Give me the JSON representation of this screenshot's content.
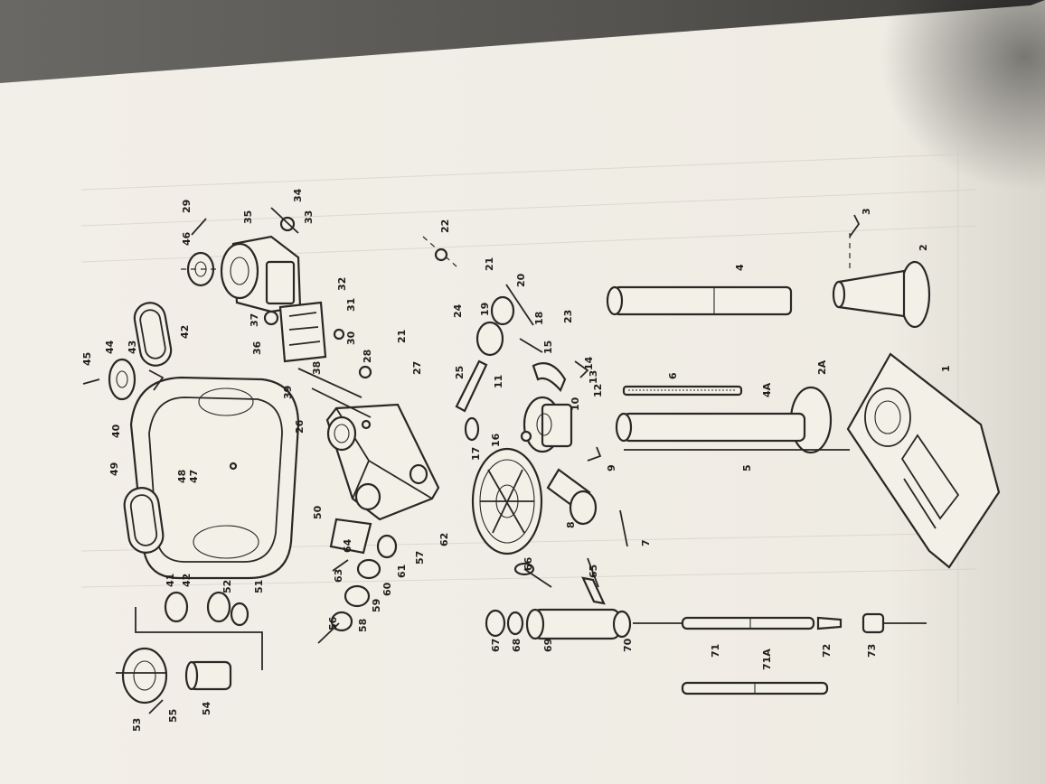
{
  "diagram": {
    "labels": [
      {
        "id": "45",
        "text": "45"
      },
      {
        "id": "44",
        "text": "44"
      },
      {
        "id": "43",
        "text": "43"
      },
      {
        "id": "42",
        "text": "42"
      },
      {
        "id": "40",
        "text": "40"
      },
      {
        "id": "49",
        "text": "49"
      },
      {
        "id": "41",
        "text": "41"
      },
      {
        "id": "42b",
        "text": "42"
      },
      {
        "id": "51",
        "text": "51"
      },
      {
        "id": "52",
        "text": "52"
      },
      {
        "id": "29",
        "text": "29"
      },
      {
        "id": "34",
        "text": "34"
      },
      {
        "id": "35",
        "text": "35"
      },
      {
        "id": "33",
        "text": "33"
      },
      {
        "id": "36",
        "text": "36"
      },
      {
        "id": "32",
        "text": "32"
      },
      {
        "id": "31",
        "text": "31"
      },
      {
        "id": "30",
        "text": "30"
      },
      {
        "id": "37",
        "text": "37"
      },
      {
        "id": "38",
        "text": "38"
      },
      {
        "id": "39",
        "text": "39"
      },
      {
        "id": "28",
        "text": "28"
      },
      {
        "id": "21",
        "text": "21"
      },
      {
        "id": "22",
        "text": "22"
      },
      {
        "id": "20",
        "text": "20"
      },
      {
        "id": "21b",
        "text": "21"
      },
      {
        "id": "19",
        "text": "19"
      },
      {
        "id": "24",
        "text": "24"
      },
      {
        "id": "25",
        "text": "25"
      },
      {
        "id": "23",
        "text": "23"
      },
      {
        "id": "18",
        "text": "18"
      },
      {
        "id": "17",
        "text": "17"
      },
      {
        "id": "16",
        "text": "16"
      },
      {
        "id": "15",
        "text": "15"
      },
      {
        "id": "14",
        "text": "14"
      },
      {
        "id": "13",
        "text": "13"
      },
      {
        "id": "12",
        "text": "12"
      },
      {
        "id": "11",
        "text": "11"
      },
      {
        "id": "10",
        "text": "10"
      },
      {
        "id": "9",
        "text": "9"
      },
      {
        "id": "8",
        "text": "8"
      },
      {
        "id": "7",
        "text": "7"
      },
      {
        "id": "6",
        "text": "6"
      },
      {
        "id": "5",
        "text": "5"
      },
      {
        "id": "4",
        "text": "4"
      },
      {
        "id": "4A",
        "text": "4A"
      },
      {
        "id": "3",
        "text": "3"
      },
      {
        "id": "2",
        "text": "2"
      },
      {
        "id": "2A",
        "text": "2A"
      },
      {
        "id": "1",
        "text": "1"
      },
      {
        "id": "26",
        "text": "26"
      },
      {
        "id": "27",
        "text": "27"
      },
      {
        "id": "46",
        "text": "46"
      },
      {
        "id": "47",
        "text": "47"
      },
      {
        "id": "48",
        "text": "48"
      },
      {
        "id": "50",
        "text": "50"
      },
      {
        "id": "53",
        "text": "53"
      },
      {
        "id": "54",
        "text": "54"
      },
      {
        "id": "55",
        "text": "55"
      },
      {
        "id": "56",
        "text": "56"
      },
      {
        "id": "57",
        "text": "57"
      },
      {
        "id": "58",
        "text": "58"
      },
      {
        "id": "59",
        "text": "59"
      },
      {
        "id": "60",
        "text": "60"
      },
      {
        "id": "61",
        "text": "61"
      },
      {
        "id": "62",
        "text": "62"
      },
      {
        "id": "63",
        "text": "63"
      },
      {
        "id": "64",
        "text": "64"
      },
      {
        "id": "65",
        "text": "65"
      },
      {
        "id": "66",
        "text": "66"
      },
      {
        "id": "67",
        "text": "67"
      },
      {
        "id": "68",
        "text": "68"
      },
      {
        "id": "69",
        "text": "69"
      },
      {
        "id": "70",
        "text": "70"
      },
      {
        "id": "71",
        "text": "71"
      },
      {
        "id": "71A",
        "text": "71A"
      },
      {
        "id": "72",
        "text": "72"
      },
      {
        "id": "73",
        "text": "73"
      }
    ]
  },
  "colors": {
    "background": "#5e5c58",
    "paper": "#f1eee6",
    "ink": "#2a2825"
  }
}
